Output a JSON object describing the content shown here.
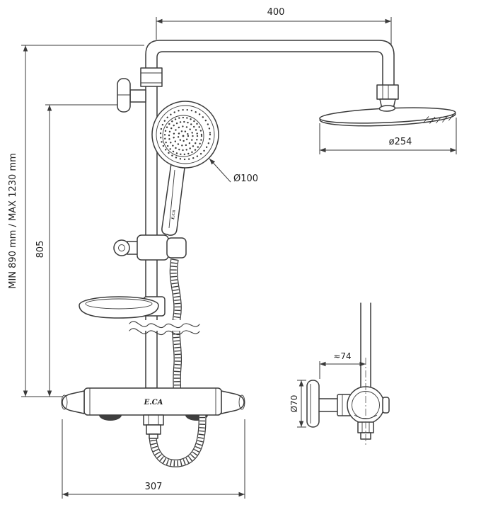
{
  "drawing": {
    "type": "technical-diagram",
    "subject": "thermostatic shower column with overhead rain shower, hand shower and side detail view",
    "line_color": "#3a3a3a",
    "background": "#ffffff",
    "dimensions": {
      "top_width": "400",
      "head_diameter": "ø254",
      "hand_shower_diameter": "Ø100",
      "height_range": "MIN 890 mm / MAX 1230 mm",
      "riser_height": "805",
      "mixer_width": "307",
      "side_offset": "≈74",
      "escutcheon_diameter": "Ø70"
    },
    "brand": {
      "mixer_label": "E.CA",
      "handle_label": "E.CA"
    }
  }
}
